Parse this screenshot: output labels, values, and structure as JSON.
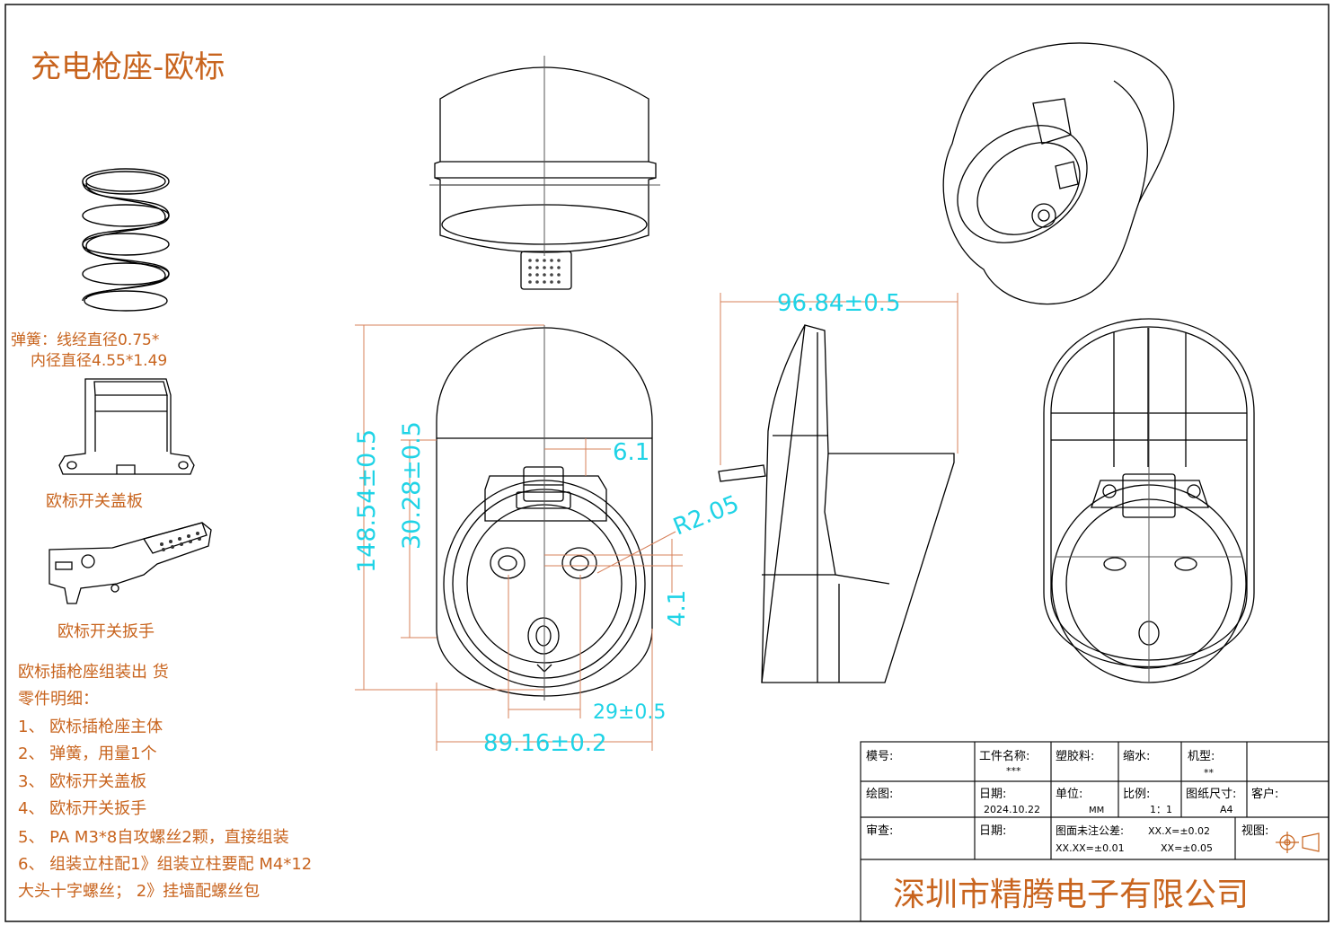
{
  "title": "充电枪座-欧标",
  "left_notes": {
    "spring_line1": "弹簧：线经直径0.75*",
    "spring_line2": "内径直径4.55*1.49",
    "cover_label": "欧标开关盖板",
    "lever_label": "欧标开关扳手",
    "assembly_lines": [
      "欧标插枪座组装出 货",
      "零件明细：",
      "1、 欧标插枪座主体",
      "2、 弹簧，用量1个",
      "3、 欧标开关盖板",
      "4、 欧标开关扳手",
      "5、 PA  M3*8自攻螺丝2颗，直接组装",
      "6、 组装立柱配1》组装立柱要配   M4*12",
      "大头十字螺丝；      2》挂墙配螺丝包"
    ]
  },
  "dimensions": {
    "height_total": "148.54±0.5",
    "socket_height": "30.28±0.5",
    "top_offset": "6.1",
    "radius": "R2.05",
    "pin_offset": "4.1",
    "pin_span": "29±0.5",
    "width_total": "89.16±0.2",
    "depth_total": "96.84±0.5"
  },
  "title_block": {
    "mold_no_label": "模号:",
    "part_name_label": "工件名称:",
    "part_name_value": "***",
    "material_label": "塑胶料:",
    "shrink_label": "缩水:",
    "model_label": "机型:",
    "model_value": "**",
    "drawn_label": "绘图:",
    "date_label": "日期:",
    "date_value": "2024.10.22",
    "unit_label": "单位:",
    "unit_value": "MM",
    "scale_label": "比例:",
    "scale_value": "1：1",
    "paper_label": "图纸尺寸:",
    "paper_value": "A4",
    "customer_label": "客户:",
    "review_label": "审查:",
    "date2_label": "日期:",
    "tolerance_label": "图面未注公差:",
    "tol_1": "XX.X=±0.02",
    "tol_2": "XX.XX=±0.01",
    "tol_3": "XX=±0.05",
    "view_label": "视图:",
    "company": "深圳市精腾电子有限公司"
  },
  "colors": {
    "note_text": "#c8641e",
    "dimension_text": "#1fd3e6",
    "dimension_line": "#d7805a"
  }
}
